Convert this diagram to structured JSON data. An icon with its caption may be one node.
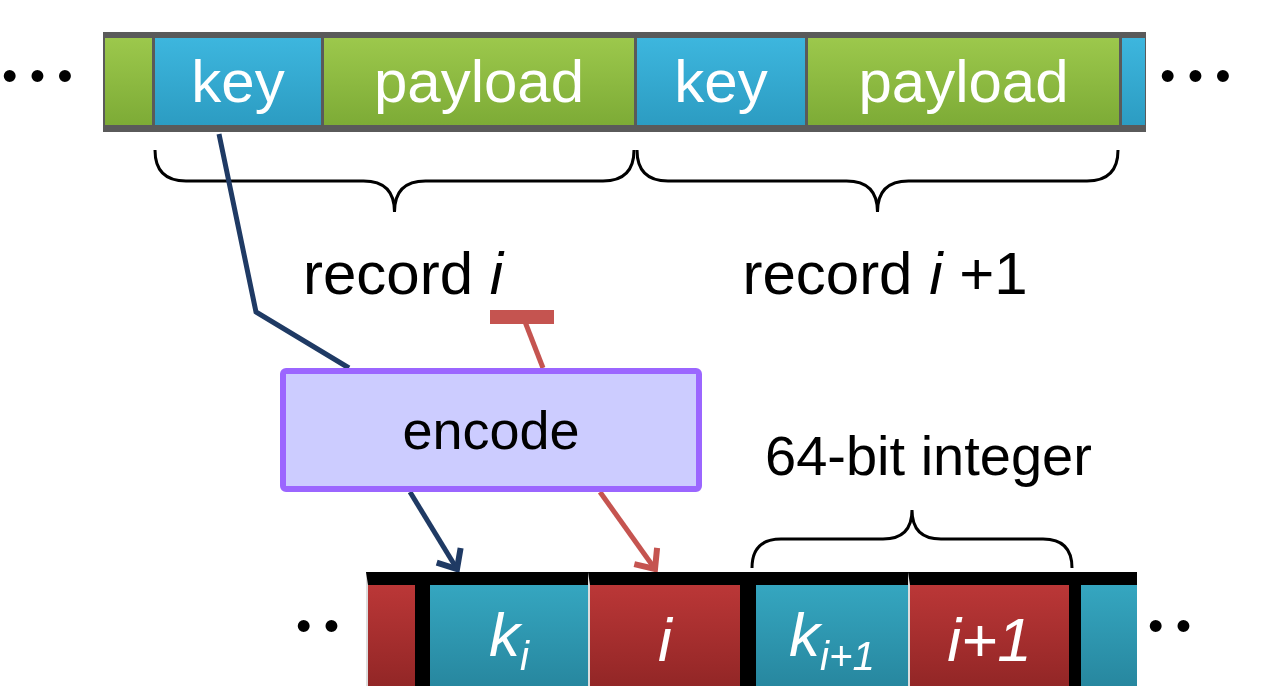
{
  "diagram": {
    "nodes": [
      {
        "text": [],
        "shape": "bar"
      },
      {
        "text": [
          "key"
        ]
      },
      {
        "text": [
          "payload"
        ]
      },
      {
        "text": [
          "key"
        ]
      },
      {
        "text": [
          "payload"
        ]
      },
      {
        "text": [],
        "shape": "bar"
      },
      {
        "text": [
          "record *i*"
        ]
      },
      {
        "text": [
          "record *i* +1"
        ]
      },
      {
        "text": [
          "encode"
        ]
      },
      {
        "text": [],
        "shape": "bar"
      },
      {
        "text": [
          "k$_{i}$"
        ]
      },
      {
        "text": [
          "i"
        ]
      },
      {
        "text": [
          "k$_{i+1}$"
        ]
      },
      {
        "text": [
          "i+1"
        ]
      },
      {
        "text": [],
        "shape": "bar"
      }
    ],
    "edges": [
      {
        "from": 1,
        "to": 8,
        "arrow": "none",
        "color": "#1f3a64"
      },
      {
        "from": 8,
        "to": 10,
        "arrow": "to",
        "color": "#1f3a64"
      },
      {
        "from": 6,
        "to": 8,
        "arrow": "other",
        "color": "#c55450"
      },
      {
        "from": 8,
        "to": 11,
        "arrow": "to",
        "color": "#c55450"
      }
    ],
    "labels": [
      "• • •",
      "• • •",
      "64-bit integer",
      "• •",
      "• •"
    ]
  }
}
